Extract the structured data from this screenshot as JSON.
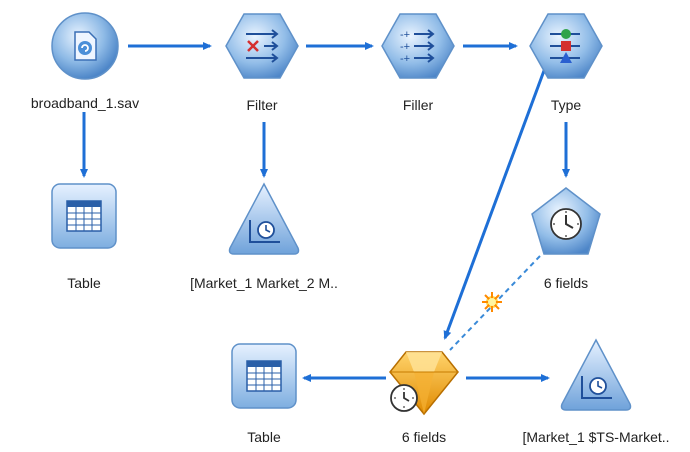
{
  "stream": {
    "nodes": [
      {
        "id": "source",
        "label": "broadband_1.sav",
        "kind": "source-node"
      },
      {
        "id": "filter",
        "label": "Filter",
        "kind": "filter-node"
      },
      {
        "id": "filler",
        "label": "Filler",
        "kind": "filler-node"
      },
      {
        "id": "type",
        "label": "Type",
        "kind": "type-node"
      },
      {
        "id": "table1",
        "label": "Table",
        "kind": "table-node"
      },
      {
        "id": "timeplot1",
        "label": "[Market_1 Market_2 M..",
        "kind": "timeplot-node"
      },
      {
        "id": "timeintervals",
        "label": "6 fields",
        "kind": "time-intervals-node"
      },
      {
        "id": "model",
        "label": "6 fields",
        "kind": "model-nugget"
      },
      {
        "id": "table2",
        "label": "Table",
        "kind": "table-node"
      },
      {
        "id": "timeplot2",
        "label": "[Market_1 $TS-Market..",
        "kind": "timeplot-node"
      }
    ],
    "colors": {
      "arrow": "#1e6fd6",
      "node_blue": "#7fb0e0",
      "node_blue_dark": "#3f78c0",
      "model_gold": "#f2a51c"
    }
  }
}
